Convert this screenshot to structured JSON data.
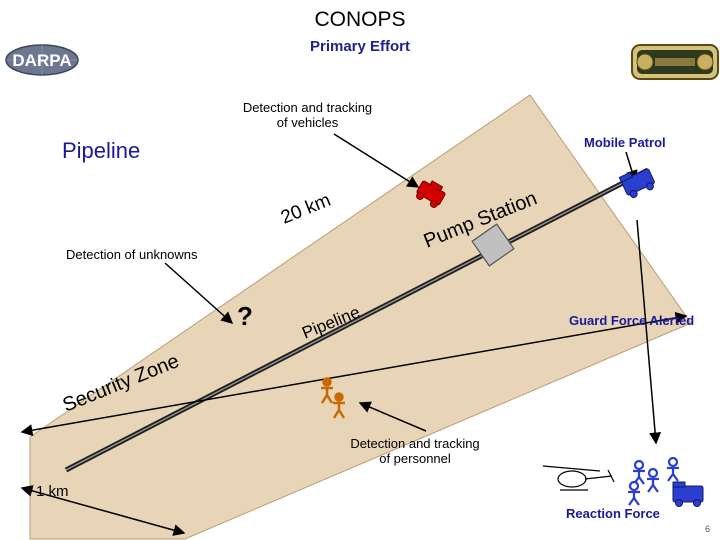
{
  "header": {
    "title": "CONOPS",
    "subtitle": "Primary Effort",
    "left_logo_text": "DARPA"
  },
  "labels": {
    "pipeline_heading": "Pipeline",
    "vehicle_detection": "Detection and tracking\nof vehicles",
    "mobile_patrol": "Mobile Patrol",
    "distance_20km": "20 km",
    "pump_station": "Pump Station",
    "unknowns_detection": "Detection of unknowns",
    "unknown_marker": "?",
    "pipeline_on_strip": "Pipeline",
    "guard_force": "Guard Force Alerted",
    "security_zone": "Security Zone",
    "personnel_detection": "Detection and tracking\nof personnel",
    "width_1km": "1 km",
    "reaction_force": "Reaction Force"
  },
  "page_number": "6",
  "colors": {
    "strip_fill": "#e8d5b7",
    "text_blue": "#1a1a99",
    "vehicle_red": "#d40000",
    "patrol_blue": "#2a3fd0",
    "person_orange": "#c86a00",
    "pump_gray": "#c0c0c0"
  }
}
